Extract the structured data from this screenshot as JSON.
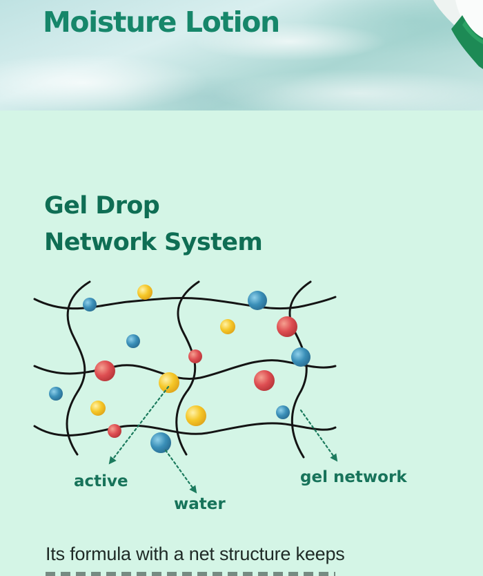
{
  "hero": {
    "title": "Moisture Lotion"
  },
  "section": {
    "title_line1": "Gel Drop",
    "title_line2": "Network System"
  },
  "diagram": {
    "labels": {
      "active": "active",
      "water": "water",
      "gel_network": "gel network"
    },
    "colors": {
      "line": "#141414",
      "pointer": "#1c7b5e",
      "blue_drop": "#3a8fb8",
      "red_drop": "#de4e52",
      "yellow_drop": "#f5c728",
      "label": "#17735a"
    }
  },
  "body": {
    "text": "Its formula with a net structure keeps"
  },
  "colors": {
    "background": "#d4f5e6",
    "brand_green": "#16866a",
    "title_green": "#0f6e54"
  }
}
